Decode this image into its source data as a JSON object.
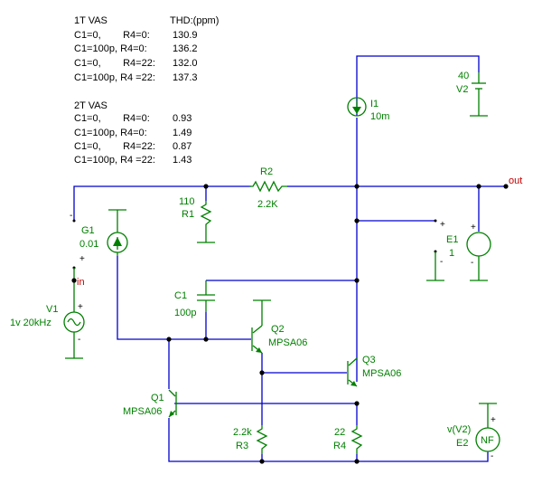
{
  "thd_table": {
    "vas1_title": "1T VAS",
    "thd_header": "THD:(ppm)",
    "vas1_rows": [
      {
        "label": "C1=0,        R4=0:",
        "value": "130.9"
      },
      {
        "label": "C1=100p, R4=0:",
        "value": "136.2"
      },
      {
        "label": "C1=0,        R4=22:",
        "value": "132.0"
      },
      {
        "label": "C1=100p, R4 =22:",
        "value": "137.3"
      }
    ],
    "vas2_title": "2T VAS",
    "vas2_rows": [
      {
        "label": "C1=0,        R4=0:",
        "value": "0.93"
      },
      {
        "label": "C1=100p, R4=0:",
        "value": "1.49"
      },
      {
        "label": "C1=0,        R4=22:",
        "value": "0.87"
      },
      {
        "label": "C1=100p, R4 =22:",
        "value": "1.43"
      }
    ]
  },
  "components": {
    "V2": {
      "name": "V2",
      "value": "40"
    },
    "I1": {
      "name": "I1",
      "value": "10m"
    },
    "R2": {
      "name": "R2",
      "value": "2.2K"
    },
    "R1": {
      "name": "R1",
      "value": "110"
    },
    "G1": {
      "name": "G1",
      "value": "0.01"
    },
    "E1": {
      "name": "E1",
      "value": "1"
    },
    "C1": {
      "name": "C1",
      "value": "100p"
    },
    "V1": {
      "name": "V1",
      "value": "1v 20kHz"
    },
    "Q1": {
      "name": "Q1",
      "value": "MPSA06"
    },
    "Q2": {
      "name": "Q2",
      "value": "MPSA06"
    },
    "Q3": {
      "name": "Q3",
      "value": "MPSA06"
    },
    "R3": {
      "name": "R3",
      "value": "2.2k"
    },
    "R4": {
      "name": "R4",
      "value": "22"
    },
    "E2": {
      "name": "E2",
      "value": "v(V2)",
      "symbol": "NF"
    }
  },
  "nets": {
    "out": "out",
    "in": "in"
  },
  "pins": {
    "plus": "+",
    "minus": "-"
  },
  "colors": {
    "wire": "#0000cc",
    "component": "#008000",
    "net_out": "#c00000",
    "text": "#000000"
  }
}
